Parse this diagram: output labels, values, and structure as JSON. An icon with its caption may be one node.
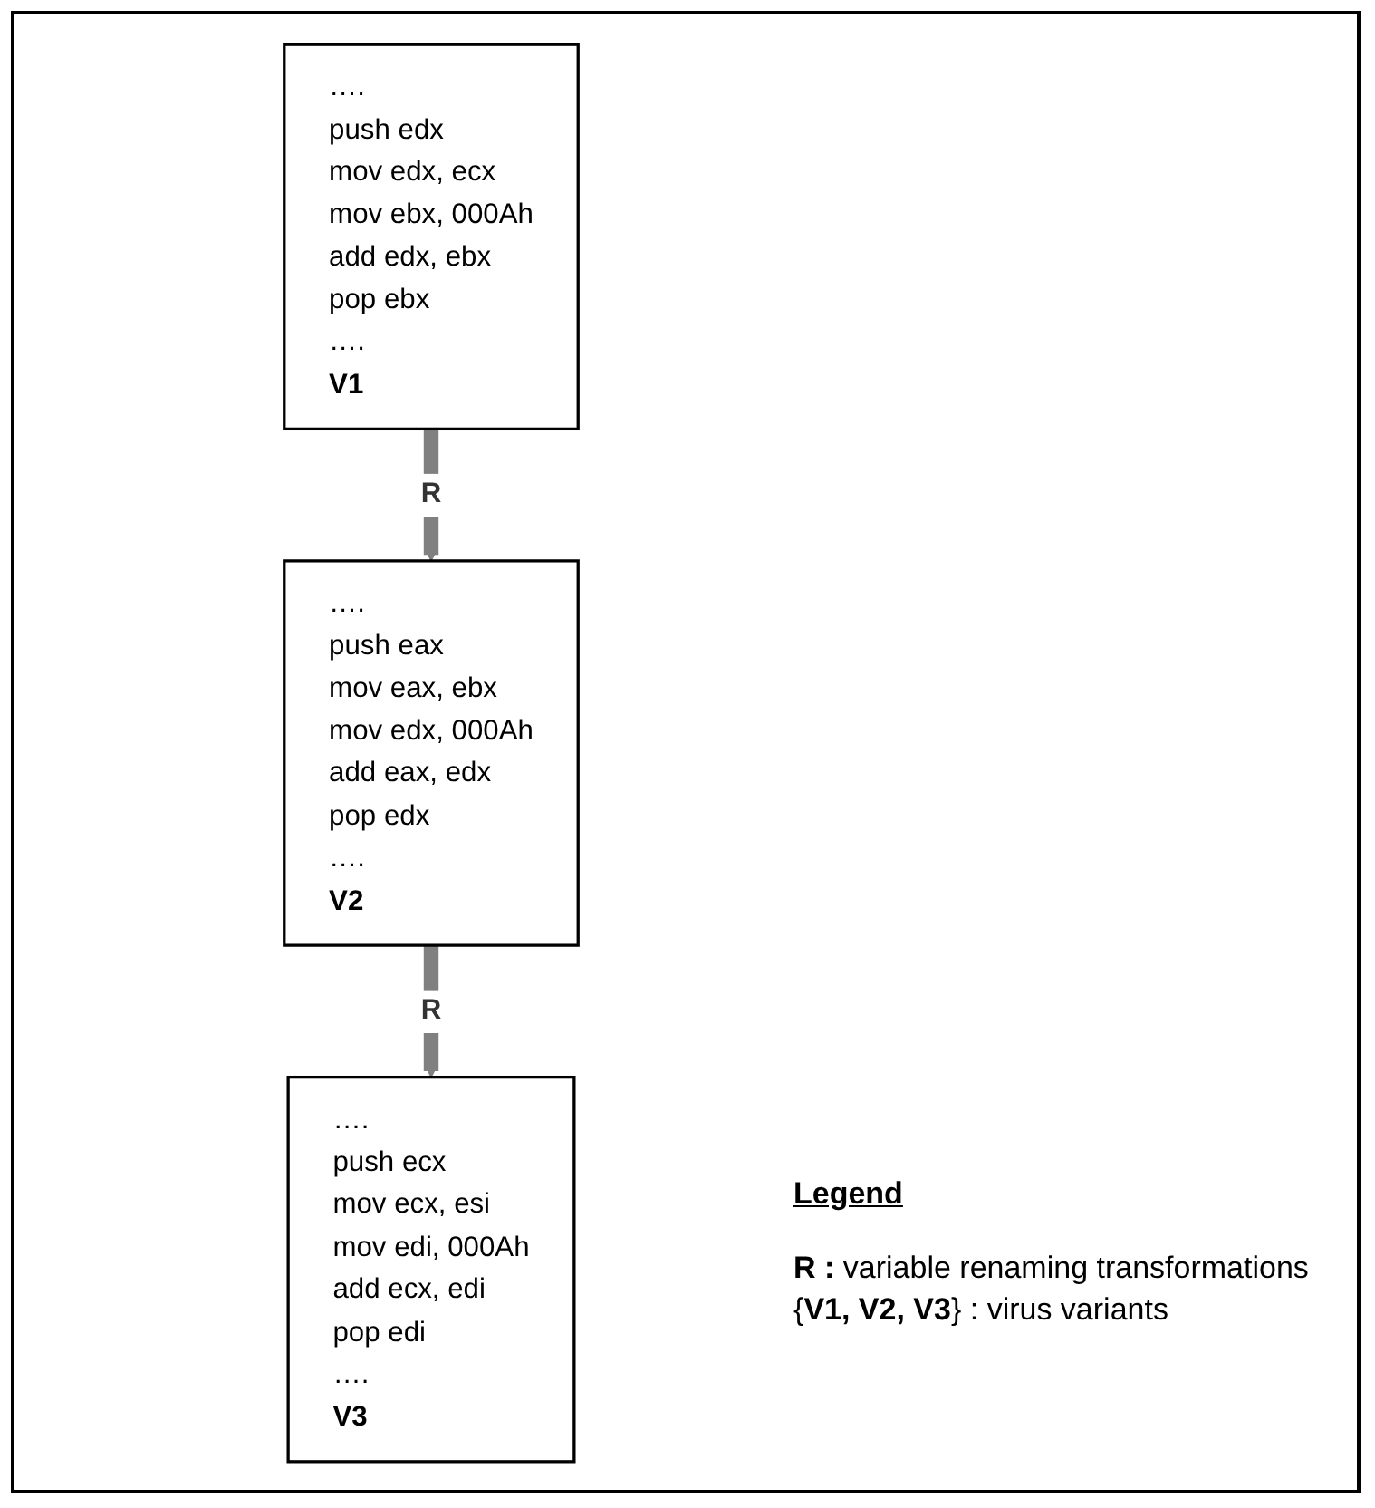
{
  "diagram": {
    "nodes": [
      {
        "text": [
          "….",
          "push edx",
          "mov edx, ecx",
          "mov ebx, 000Ah",
          "add edx, ebx",
          "pop ebx",
          "….",
          "V1"
        ]
      },
      {
        "text": [
          "….",
          "push eax",
          "mov eax, ebx",
          "mov edx, 000Ah",
          "add eax, edx",
          "pop edx",
          "….",
          "V2"
        ]
      },
      {
        "text": [
          "….",
          "push ecx",
          "mov ecx, esi",
          "mov edi, 000Ah",
          "add ecx, edi",
          "pop edi",
          "….",
          "V3"
        ]
      }
    ],
    "edges": [
      {
        "from": 0,
        "to": 1,
        "arrow": "to",
        "label": "R"
      },
      {
        "from": 1,
        "to": 2,
        "arrow": "to",
        "label": "R"
      }
    ],
    "labels": [
      "Legend",
      "**R :** variable renaming transformations",
      "{**V1, V2, V3**} : virus variants"
    ]
  }
}
